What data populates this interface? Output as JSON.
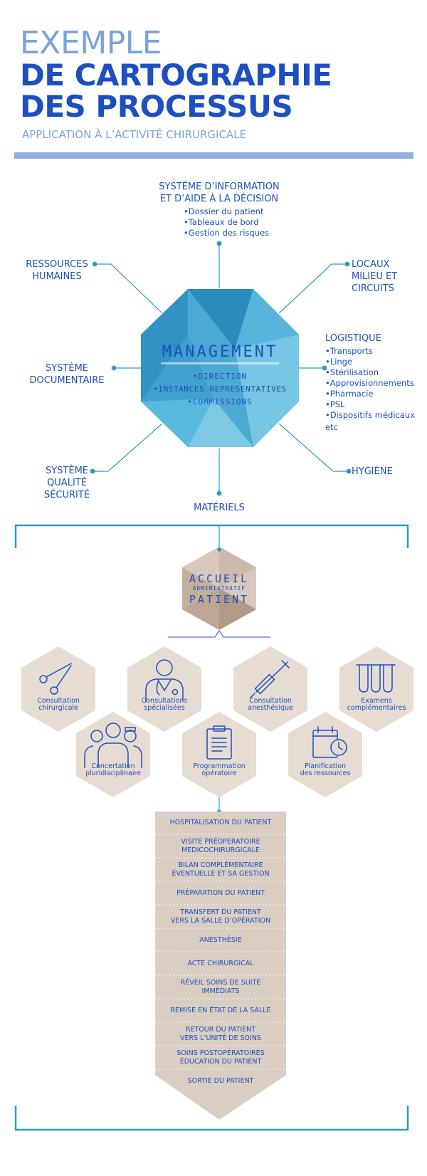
{
  "title": {
    "line1": "EXEMPLE",
    "line2": "DE CARTOGRAPHIE",
    "line3": "DES PROCESSUS",
    "subtitle": "APPLICATION À L’ACTIVITÉ CHIRURGICALE"
  },
  "management": {
    "title": "MANAGEMENT",
    "items": [
      "•DIRECTION",
      "•INSTANCES REPRESENTATIVES",
      "•COMMISSIONS"
    ]
  },
  "satellites": {
    "sid": {
      "line1": "SYSTÉME D’INFORMATION",
      "line2": "ET D’AIDE À LA DÉCISION",
      "items": [
        "•Dossier du patient",
        "•Tableaux de bord",
        "•Gestion des risques"
      ]
    },
    "rh": {
      "line1": "RESSOURCES",
      "line2": "HUMAINES"
    },
    "locaux": {
      "line1": "LOCAUX",
      "line2": "MILIEU ET",
      "line3": "CIRCUITS"
    },
    "doc": {
      "line1": "SYSTÈME",
      "line2": "DOCUMENTAIRE"
    },
    "logistique": {
      "title": "LOGISTIQUE",
      "items": [
        "•Transports",
        "•Linge",
        "•Stérilisation",
        "•Approvisionnements",
        "•Pharmacie",
        "•PSL",
        "•Dispositifs médicaux"
      ],
      "etc": "etc"
    },
    "qualite": {
      "line1": "SYSTÈME",
      "line2": "QUALITÉ",
      "line3": "SÉCURITÉ"
    },
    "hygiene": "HYGIÈNE",
    "materiels": "MATÉRIELS"
  },
  "accueil": {
    "line1": "ACCUEIL",
    "line2": "ADMINISTRATIF",
    "line3": "PATIENT"
  },
  "consultations": [
    {
      "l1": "Consultation",
      "l2": "chirurgicale",
      "icon": "surgical-scissors-icon"
    },
    {
      "l1": "Consultations",
      "l2": "spécialisées",
      "icon": "doctor-icon"
    },
    {
      "l1": "Consultation",
      "l2": "anesthésique",
      "icon": "syringe-icon"
    },
    {
      "l1": "Examens",
      "l2": "complémentaires",
      "icon": "test-tubes-icon"
    },
    {
      "l1": "Concertation",
      "l2": "pluridisciplinaire",
      "icon": "medical-team-icon"
    },
    {
      "l1": "Programmation",
      "l2": "opératoire",
      "icon": "clipboard-icon"
    },
    {
      "l1": "Planification",
      "l2": "des ressources",
      "icon": "calendar-clock-icon"
    }
  ],
  "steps": [
    {
      "l1": "HOSPITALISATION DU PATIENT",
      "l2": ""
    },
    {
      "l1": "VISITE PRÉOPERATOIRE",
      "l2": "MEDICOCHIRURGICALE"
    },
    {
      "l1": "BILAN COMPLÉMENTAIRE",
      "l2": "ÉVENTUELLE ET SA GESTION"
    },
    {
      "l1": "PRÉPARATION DU PATIENT",
      "l2": ""
    },
    {
      "l1": "TRANSFERT DU PATIENT",
      "l2": "VERS LA SALLE D’OPÉRATION"
    },
    {
      "l1": "ANESTHÉSIE",
      "l2": ""
    },
    {
      "l1": "ACTE CHIRURGICAL",
      "l2": ""
    },
    {
      "l1": "RÉVEIL SOINS DE SUITE",
      "l2": "IMMÉDIATS"
    },
    {
      "l1": "REMISE EN ÉTAT DE LA SALLE",
      "l2": ""
    },
    {
      "l1": "RETOUR DU PATIENT",
      "l2": "VERS L’UNITÉ DE SOINS"
    },
    {
      "l1": "SOINS POSTOPÉRATOIRES",
      "l2": "ÉDUCATION DU PATIENT"
    },
    {
      "l1": "SORTIE DU PATIENT",
      "l2": ""
    }
  ],
  "colors": {
    "primary_blue": "#1d4fbf",
    "light_blue": "#7aa3db",
    "teal": "#2a9cc0",
    "beige": "#e6dcd2",
    "step_bg": "#dacdc2"
  }
}
